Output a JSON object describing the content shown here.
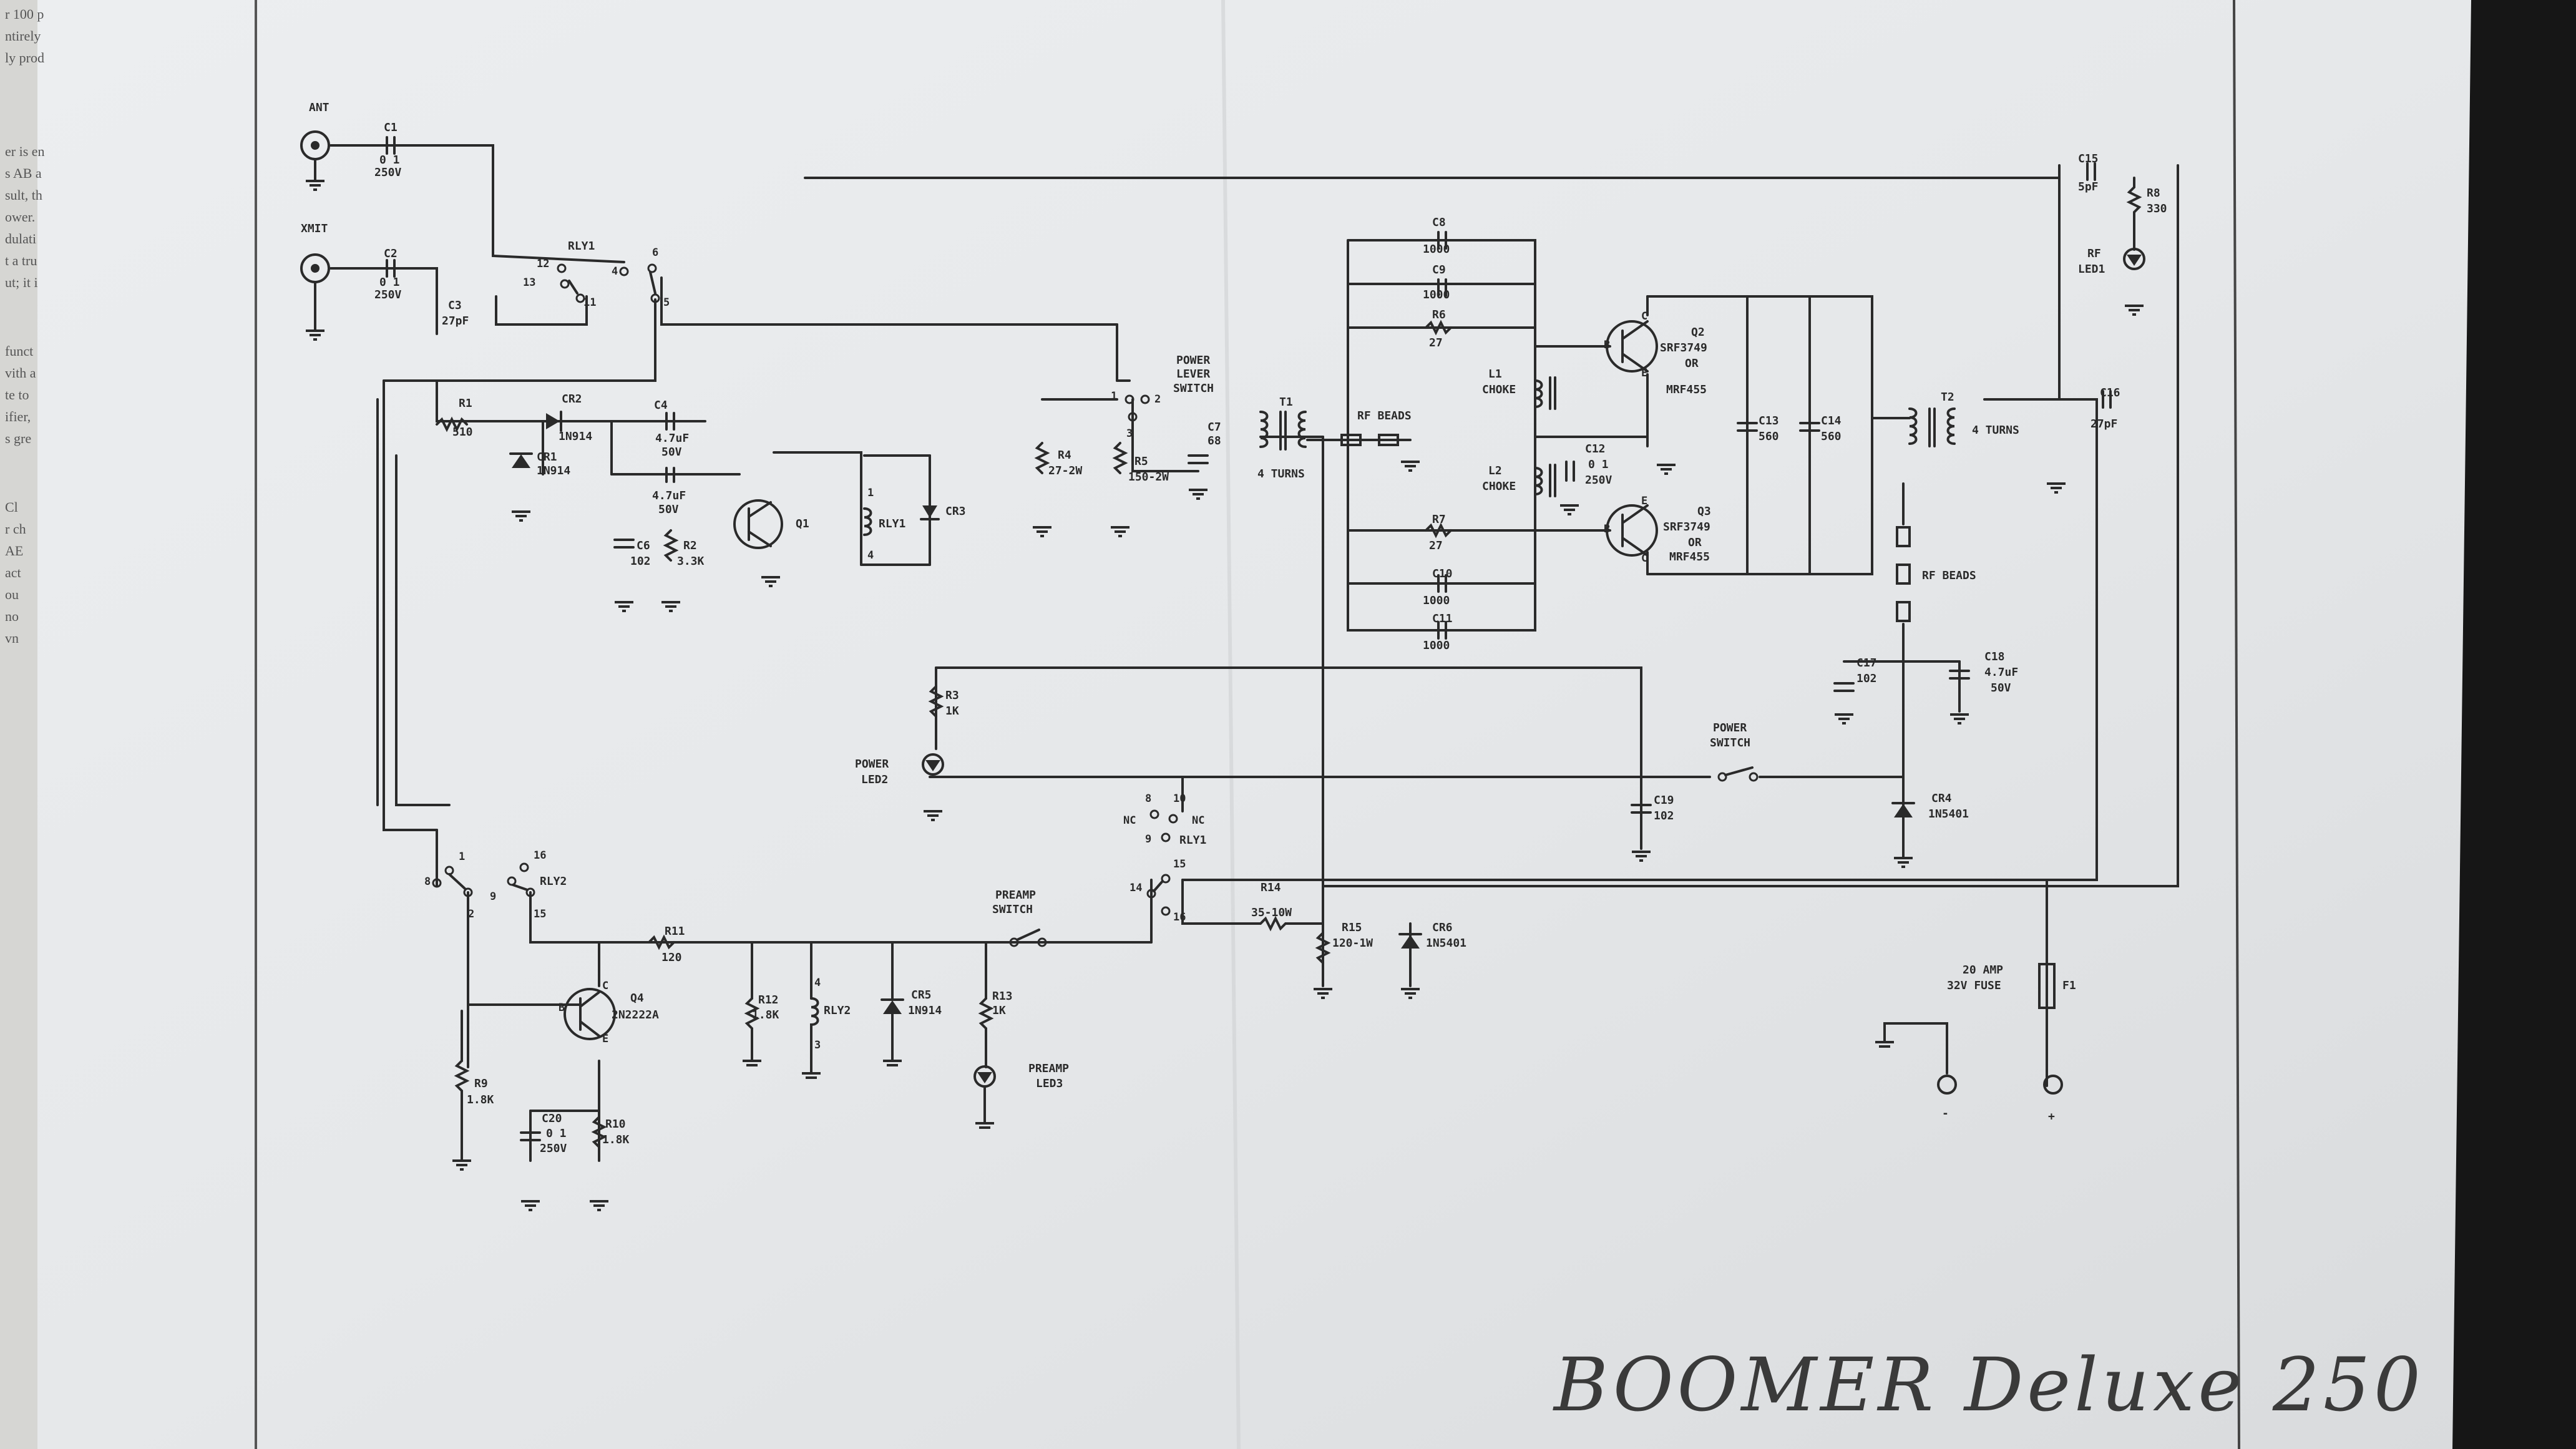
{
  "document": {
    "handwritten_title": "BOOMER Deluxe 250"
  },
  "connectors": {
    "ant": "ANT",
    "xmit": "XMIT"
  },
  "components": {
    "c1": {
      "ref": "C1",
      "v1": "0 1",
      "v2": "250V"
    },
    "c2": {
      "ref": "C2",
      "v1": "0 1",
      "v2": "250V"
    },
    "c3": {
      "ref": "C3",
      "v1": "27pF"
    },
    "rly1_top": {
      "ref": "RLY1",
      "p12": "12",
      "p13": "13",
      "p11": "11",
      "p4": "4",
      "p6": "6",
      "p5": "5"
    },
    "r1": {
      "ref": "R1",
      "v": "510"
    },
    "cr2": {
      "ref": "CR2",
      "v": "1N914"
    },
    "cr1": {
      "ref": "CR1",
      "v": "1N914"
    },
    "c4": {
      "ref": "C4",
      "v1": "4.7uF",
      "v2": "50V"
    },
    "c5": {
      "v1": "4.7uF",
      "v2": "50V"
    },
    "c6": {
      "ref": "C6",
      "v": "102"
    },
    "r2": {
      "ref": "R2",
      "v": "3.3K"
    },
    "q1": {
      "ref": "Q1"
    },
    "rly1_coil": {
      "ref": "RLY1",
      "p1": "1",
      "p4": "4"
    },
    "cr3": {
      "ref": "CR3"
    },
    "r3": {
      "ref": "R3",
      "v": "1K"
    },
    "led2": {
      "l1": "POWER",
      "l2": "LED2"
    },
    "r4": {
      "ref": "R4",
      "v": "27-2W"
    },
    "r5": {
      "ref": "R5",
      "v": "150-2W"
    },
    "power_lever": {
      "l1": "POWER",
      "l2": "LEVER",
      "l3": "SWITCH",
      "p1": "1",
      "p2": "2",
      "p3": "3"
    },
    "c7": {
      "ref": "C7",
      "v": "68"
    },
    "t1": {
      "ref": "T1",
      "turns": "4 TURNS"
    },
    "rf_beads_1": {
      "v": "RF BEADS"
    },
    "c8": {
      "ref": "C8",
      "v": "1000"
    },
    "c9": {
      "ref": "C9",
      "v": "1000"
    },
    "r6": {
      "ref": "R6",
      "v": "27"
    },
    "r7": {
      "ref": "R7",
      "v": "27"
    },
    "c10": {
      "ref": "C10",
      "v": "1000"
    },
    "c11": {
      "ref": "C11",
      "v": "1000"
    },
    "l1": {
      "ref": "L1",
      "v": "CHOKE"
    },
    "l2": {
      "ref": "L2",
      "v": "CHOKE"
    },
    "c12": {
      "ref": "C12",
      "v1": "0 1",
      "v2": "250V"
    },
    "q2": {
      "ref": "Q2",
      "v1": "SRF3749",
      "v2": "OR",
      "v3": "MRF455"
    },
    "q3": {
      "ref": "Q3",
      "v1": "SRF3749",
      "v2": "OR",
      "v3": "MRF455"
    },
    "c13": {
      "ref": "C13",
      "v": "560"
    },
    "c14": {
      "ref": "C14",
      "v": "560"
    },
    "t2": {
      "ref": "T2",
      "turns": "4 TURNS"
    },
    "c15": {
      "ref": "C15",
      "v": "5pF"
    },
    "r8": {
      "ref": "R8",
      "v": "330"
    },
    "rf_led1": {
      "l1": "RF",
      "l2": "LED1"
    },
    "c16": {
      "ref": "C16",
      "v": "27pF"
    },
    "rf_beads_2": {
      "v": "RF BEADS"
    },
    "c17": {
      "ref": "C17",
      "v": "102"
    },
    "c18": {
      "ref": "C18",
      "v1": "4.7uF",
      "v2": "50V"
    },
    "power_switch": {
      "l1": "POWER",
      "l2": "SWITCH"
    },
    "c19": {
      "ref": "C19",
      "v": "102"
    },
    "cr4": {
      "ref": "CR4",
      "v": "1N5401"
    },
    "rly1_contacts": {
      "ref": "RLY1",
      "nc1": "NC",
      "nc2": "NC",
      "p8": "8",
      "p10": "10",
      "p9": "9",
      "p15": "15",
      "p14": "14",
      "p16": "16"
    },
    "rly2_contacts": {
      "ref": "RLY2",
      "p1": "1",
      "p16": "16",
      "p8": "8",
      "p9": "9",
      "p2": "2",
      "p15": "15"
    },
    "r14": {
      "ref": "R14",
      "v": "35-10W"
    },
    "r15": {
      "ref": "R15",
      "v": "120-1W"
    },
    "cr6": {
      "ref": "CR6",
      "v": "1N5401"
    },
    "fuse": {
      "ref": "F1",
      "l1": "20 AMP",
      "l2": "32V FUSE"
    },
    "terminals": {
      "neg": "-",
      "pos": "+"
    },
    "preamp_switch": {
      "l1": "PREAMP",
      "l2": "SWITCH"
    },
    "r11": {
      "ref": "R11",
      "v": "120"
    },
    "q4": {
      "ref": "Q4",
      "v": "2N2222A"
    },
    "r12": {
      "ref": "R12",
      "v": "1.8K"
    },
    "rly2_coil": {
      "ref": "RLY2",
      "p4": "4",
      "p3": "3"
    },
    "cr5": {
      "ref": "CR5",
      "v": "1N914"
    },
    "r13": {
      "ref": "R13",
      "v": "1K"
    },
    "led3": {
      "l1": "PREAMP",
      "l2": "LED3"
    },
    "r9": {
      "ref": "R9",
      "v": "1.8K"
    },
    "c20": {
      "ref": "C20",
      "v1": "0 1",
      "v2": "250V"
    },
    "r10": {
      "ref": "R10",
      "v": "1.8K"
    }
  },
  "margin_text": [
    "r 100 p",
    "ntirely",
    "ly prod",
    "er is en",
    "s AB a",
    "sult, th",
    "ower.",
    "dulati",
    "t a tru",
    "ut; it i",
    "funct",
    "vith a",
    "te to",
    "ifier,",
    "s gre",
    "Cl",
    "r ch",
    "AE",
    "act",
    "ou",
    "no",
    "vn"
  ]
}
